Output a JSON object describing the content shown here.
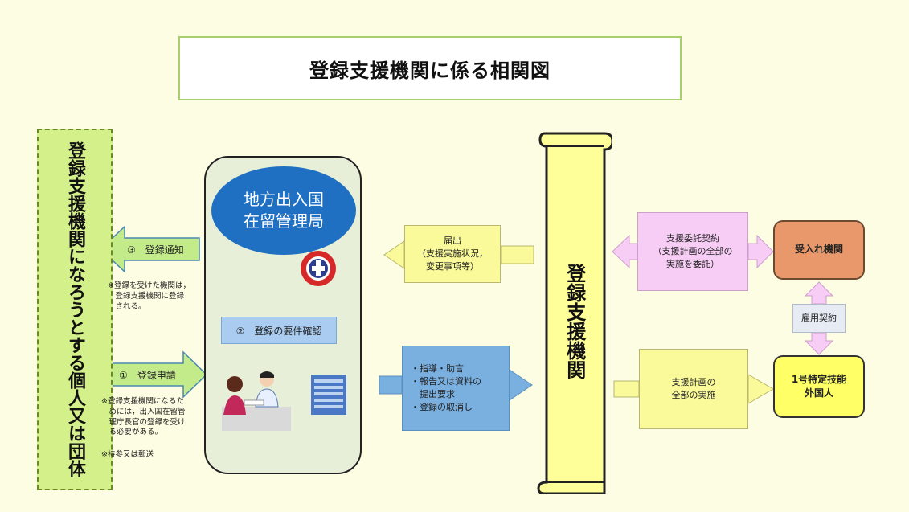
{
  "title": "登録支援機関に係る相関図",
  "left_scroll": {
    "text": "登録支援機関になろうとする個人又は団体"
  },
  "center": {
    "oval_line1": "地方出入国",
    "oval_line2": "在留管理局",
    "requirement": "②　登録の要件確認"
  },
  "arrows": {
    "registration_notice": "③　登録通知",
    "registration_application": "①　登録申請"
  },
  "notes": {
    "after_registration": "※登録を受けた機関は，\n　登録支援機関に登録\n　される。",
    "to_become": "※登録支援機関になるた\n　めには，出入国在留管\n　理庁長官の登録を受け\n　る必要がある。",
    "delivery": "※持参又は郵送"
  },
  "right_scroll": {
    "text": "登録支援機関"
  },
  "boxes": {
    "report": "届出\n（支援実施状況，\n変更事項等）",
    "guidance": "・指導・助言\n・報告又は資料の\n　提出要求\n・登録の取消し",
    "support_contract": "支援委託契約\n（支援計画の全部の\n実施を委託）",
    "support_plan": "支援計画の\n全部の実施",
    "accepting_org": "受入れ機関",
    "employment_contract": "雇用契約",
    "foreign_worker": "1号特定技能\n外国人"
  },
  "colors": {
    "background": "#fdfde3",
    "oval_blue": "#1f6fc2",
    "green_arrow": "#c4eb8a",
    "yellow_arrow": "#fafa9a",
    "blue_arrow": "#7ab0e0",
    "pink_arrow": "#f7ccf5"
  }
}
